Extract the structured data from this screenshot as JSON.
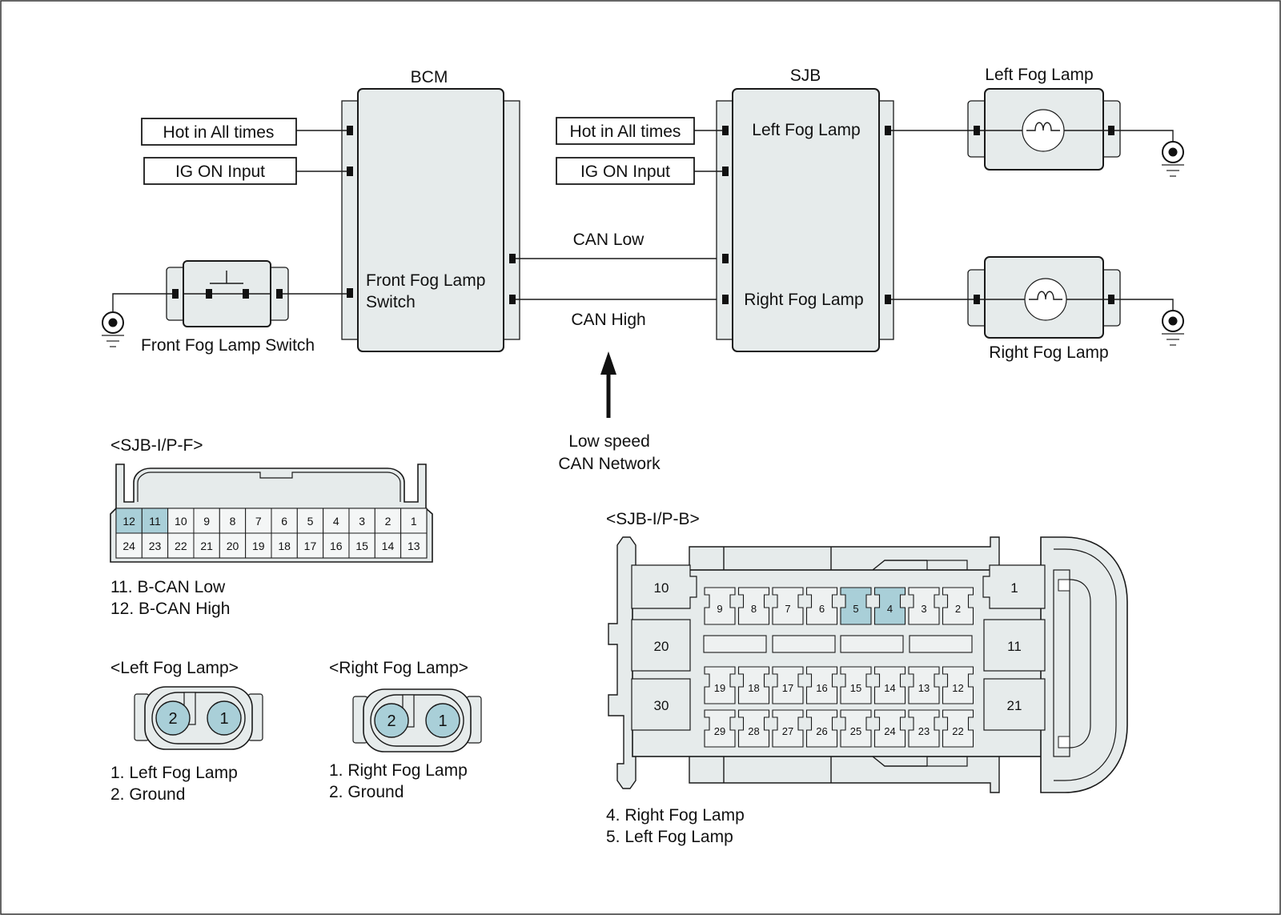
{
  "diagram": {
    "bcm": {
      "title": "BCM",
      "input_hot": "Hot in All times",
      "input_ig": "IG ON Input",
      "switch_line1": "Front Fog Lamp",
      "switch_line2": "Switch"
    },
    "sjb": {
      "title": "SJB",
      "input_hot": "Hot in All times",
      "input_ig": "IG ON Input",
      "left_output": "Left Fog Lamp",
      "right_output": "Right Fog Lamp"
    },
    "can_low": "CAN Low",
    "can_high": "CAN High",
    "network_line1": "Low speed",
    "network_line2": "CAN Network",
    "front_switch_label": "Front Fog Lamp Switch",
    "left_lamp_label": "Left Fog Lamp",
    "right_lamp_label": "Right Fog Lamp"
  },
  "connectors": {
    "sjb_ipf": {
      "title": "<SJB-I/P-F>",
      "top_pins": [
        "12",
        "11",
        "10",
        "9",
        "8",
        "7",
        "6",
        "5",
        "4",
        "3",
        "2",
        "1"
      ],
      "bottom_pins": [
        "24",
        "23",
        "22",
        "21",
        "20",
        "19",
        "18",
        "17",
        "16",
        "15",
        "14",
        "13"
      ],
      "highlighted": [
        "12",
        "11"
      ],
      "legend": [
        "11. B-CAN Low",
        "12. B-CAN High"
      ]
    },
    "left_lamp": {
      "title": "<Left Fog Lamp>",
      "pins": [
        "2",
        "1"
      ],
      "legend": [
        "1. Left Fog Lamp",
        "2. Ground"
      ]
    },
    "right_lamp": {
      "title": "<Right Fog Lamp>",
      "pins": [
        "2",
        "1"
      ],
      "legend": [
        "1. Right Fog Lamp",
        "2. Ground"
      ]
    },
    "sjb_ipb": {
      "title": "<SJB-I/P-B>",
      "big_left": [
        "10",
        "20",
        "30"
      ],
      "big_right": [
        "1",
        "11",
        "21"
      ],
      "row1": [
        "9",
        "8",
        "7",
        "6",
        "5",
        "4",
        "3",
        "2"
      ],
      "row2": [
        "19",
        "18",
        "17",
        "16",
        "15",
        "14",
        "13",
        "12"
      ],
      "row3": [
        "29",
        "28",
        "27",
        "26",
        "25",
        "24",
        "23",
        "22"
      ],
      "highlighted": [
        "5",
        "4"
      ],
      "legend": [
        "4. Right Fog Lamp",
        "5. Left Fog Lamp"
      ]
    }
  },
  "colors": {
    "highlight": "#a9cfd8",
    "body_fill": "#e6ebeb",
    "line": "#1a1a1a"
  }
}
